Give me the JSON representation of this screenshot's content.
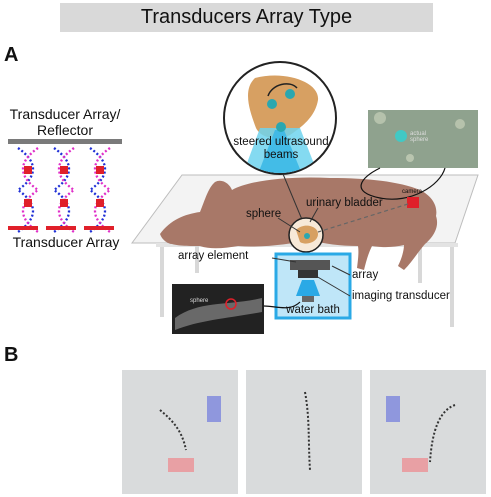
{
  "header": {
    "title": "Transducers Array Type"
  },
  "panels": {
    "a": "A",
    "b": "B"
  },
  "left_schematic": {
    "top_label": "Transducer Array/\nReflector",
    "bottom_label": "Transducer Array",
    "colors": {
      "plate": "#7a7a7a",
      "array_bar": "#e0202a",
      "strand_blue": "#1f2fd6",
      "strand_magenta": "#e02fc8",
      "node": "#e0202a"
    }
  },
  "setup": {
    "zoom_label": "steered ultrasound\nbeams",
    "camera_inset_label": "actual\nsphere",
    "camera_label": "camera",
    "sphere_label": "sphere",
    "bladder_label": "urinary bladder",
    "array_element_label": "array element",
    "array_label": "array",
    "imaging_transducer_label": "imaging transducer",
    "water_bath_label": "water bath",
    "ultrasound_inset_label": "sphere",
    "colors": {
      "animal": "#a87868",
      "bladder": "#d7a062",
      "beam": "#6fd3ef",
      "water_bath": "#2aa9e6",
      "camera": "#e0202a"
    }
  },
  "panel_b": {
    "image_count": 3,
    "colors": {
      "blue_pads": "#8f97dd",
      "red_pads": "#e8a0a4"
    }
  }
}
